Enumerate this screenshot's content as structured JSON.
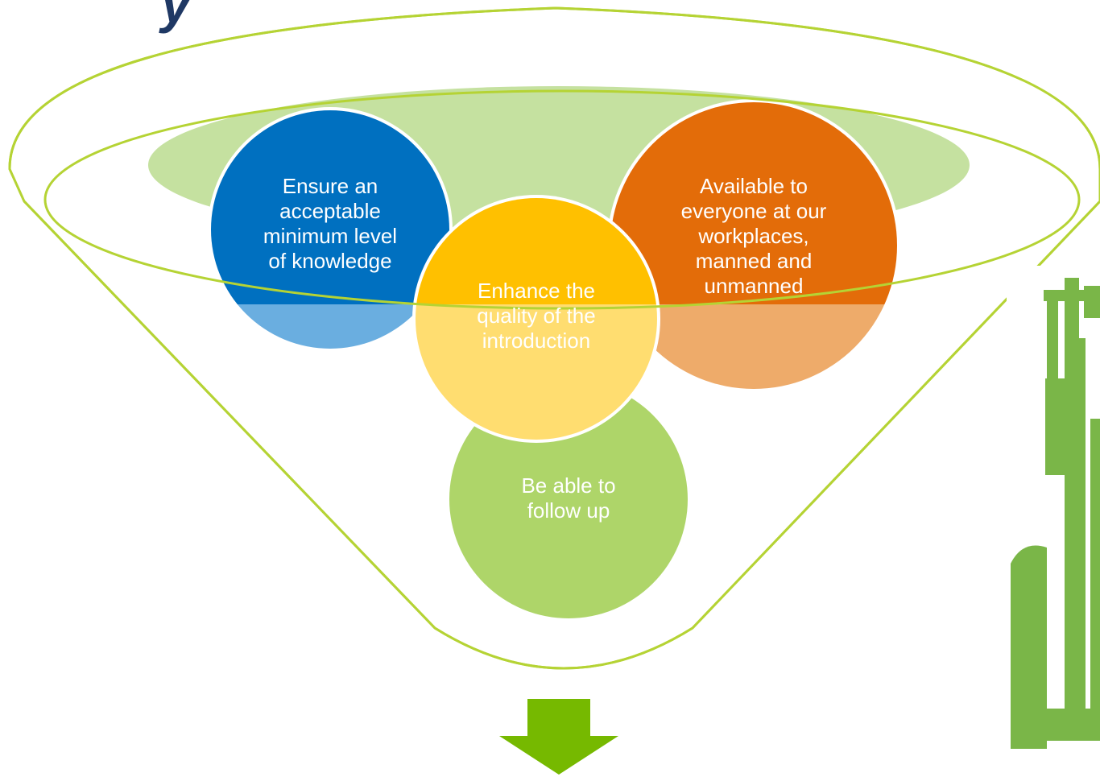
{
  "title": {
    "visible_fragment": "y"
  },
  "colors": {
    "funnel_outline": "#b5d334",
    "funnel_opening": "#c5e1a0",
    "circle_blue": "#0070c0",
    "circle_blue_light": "#6aaee0",
    "circle_yellow": "#ffc000",
    "circle_yellow_light": "#ffdd70",
    "circle_orange": "#e36c09",
    "circle_orange_light": "#eeab6a",
    "circle_green": "#aed569",
    "arrow": "#76b900",
    "drilling_rig": "#7ab648"
  },
  "goals": [
    {
      "id": "knowledge",
      "lines": [
        "Ensure an",
        "acceptable",
        "minimum level",
        "of knowledge"
      ]
    },
    {
      "id": "quality",
      "lines": [
        "Enhance the",
        "quality of the",
        "introduction"
      ]
    },
    {
      "id": "availability",
      "lines": [
        "Available to",
        "everyone at our",
        "workplaces,",
        "manned and",
        "unmanned"
      ]
    },
    {
      "id": "follow-up",
      "lines": [
        "Be able to",
        "follow up"
      ]
    }
  ]
}
